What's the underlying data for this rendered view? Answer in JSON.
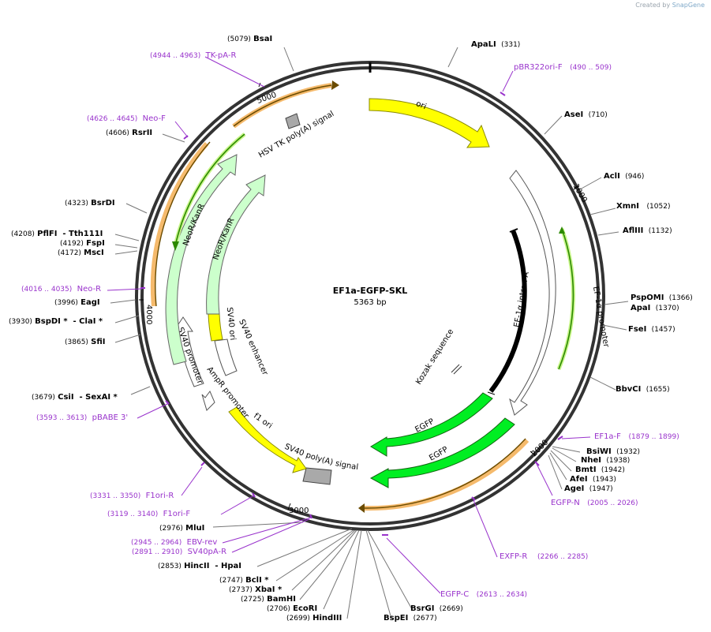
{
  "credit": {
    "prefix": "Created by",
    "brand": "SnapGene"
  },
  "plasmid": {
    "name": "EF1a-EGFP-SKL",
    "length": "5363 bp"
  },
  "ruler": [
    "1000",
    "2000",
    "3000",
    "4000",
    "5000"
  ],
  "features": [
    {
      "label": "ori",
      "color": "#ffff00"
    },
    {
      "label": "EF-1α promoter",
      "color": "#ffffff"
    },
    {
      "label": "EF-1α intron A",
      "color": "#000000"
    },
    {
      "label": "Kozak sequence",
      "color": "#ffffff"
    },
    {
      "label": "EGFP",
      "color": "#00ee22"
    },
    {
      "label": "EGFP",
      "color": "#00ee22"
    },
    {
      "label": "SV40 poly(A) signal",
      "color": "#a0a0a0"
    },
    {
      "label": "f1 ori",
      "color": "#ffff00"
    },
    {
      "label": "AmpR promoter",
      "color": "#ffffff"
    },
    {
      "label": "SV40 promoter",
      "color": "#ffffff"
    },
    {
      "label": "SV40 enhancer",
      "color": "#ffffff"
    },
    {
      "label": "SV40 ori",
      "color": "#ffff00"
    },
    {
      "label": "NeoR/KanR",
      "color": "#ccffcc"
    },
    {
      "label": "NeoR/KanR",
      "color": "#ccffcc"
    },
    {
      "label": "HSV TK poly(A) signal",
      "color": "#a0a0a0"
    }
  ],
  "sites": [
    {
      "name": "BsaI",
      "pos": "(5079)"
    },
    {
      "name": "ApaLI",
      "pos": "(331)"
    },
    {
      "name": "AseI",
      "pos": "(710)"
    },
    {
      "name": "AclI",
      "pos": "(946)"
    },
    {
      "name": "XmnI",
      "pos": "(1052)"
    },
    {
      "name": "AflIII",
      "pos": "(1132)"
    },
    {
      "name": "PspOMI",
      "pos": "(1366)"
    },
    {
      "name": "ApaI",
      "pos": "(1370)"
    },
    {
      "name": "FseI",
      "pos": "(1457)"
    },
    {
      "name": "BbvCI",
      "pos": "(1655)"
    },
    {
      "name": "BsiWI",
      "pos": "(1932)"
    },
    {
      "name": "NheI",
      "pos": "(1938)"
    },
    {
      "name": "BmtI",
      "pos": "(1942)"
    },
    {
      "name": "AfeI",
      "pos": "(1943)"
    },
    {
      "name": "AgeI",
      "pos": "(1947)"
    },
    {
      "name": "BsrGI",
      "pos": "(2669)"
    },
    {
      "name": "BspEI",
      "pos": "(2677)"
    },
    {
      "name": "HindIII",
      "pos": "(2699)"
    },
    {
      "name": "EcoRI",
      "pos": "(2706)"
    },
    {
      "name": "BamHI",
      "pos": "(2725)"
    },
    {
      "name": "XbaI *",
      "pos": "(2737)"
    },
    {
      "name": "BclI *",
      "pos": "(2747)"
    },
    {
      "name": "HincII  - HpaI",
      "pos": "(2853)"
    },
    {
      "name": "MluI",
      "pos": "(2976)"
    },
    {
      "name": "CsiI  - SexAI *",
      "pos": "(3679)"
    },
    {
      "name": "SfiI",
      "pos": "(3865)"
    },
    {
      "name": "BspDI *  - ClaI *",
      "pos": "(3930)"
    },
    {
      "name": "EagI",
      "pos": "(3996)"
    },
    {
      "name": "MscI",
      "pos": "(4172)"
    },
    {
      "name": "FspI",
      "pos": "(4192)"
    },
    {
      "name": "PflFI  - Tth111I",
      "pos": "(4208)"
    },
    {
      "name": "BsrDI",
      "pos": "(4323)"
    },
    {
      "name": "RsrII",
      "pos": "(4606)"
    }
  ],
  "primers": [
    {
      "name": "TK-pA-R",
      "range": "(4944 .. 4963)"
    },
    {
      "name": "pBR322ori-F",
      "range": "(490 .. 509)"
    },
    {
      "name": "Neo-F",
      "range": "(4626 .. 4645)"
    },
    {
      "name": "Neo-R",
      "range": "(4016 .. 4035)"
    },
    {
      "name": "pBABE 3'",
      "range": "(3593 .. 3613)"
    },
    {
      "name": "F1ori-R",
      "range": "(3331 .. 3350)"
    },
    {
      "name": "F1ori-F",
      "range": "(3119 .. 3140)"
    },
    {
      "name": "EBV-rev",
      "range": "(2945 .. 2964)"
    },
    {
      "name": "SV40pA-R",
      "range": "(2891 .. 2910)"
    },
    {
      "name": "EF1a-F",
      "range": "(1879 .. 1899)"
    },
    {
      "name": "EGFP-N",
      "range": "(2005 .. 2026)"
    },
    {
      "name": "EXFP-R",
      "range": "(2266 .. 2285)"
    },
    {
      "name": "EGFP-C",
      "range": "(2613 .. 2634)"
    }
  ]
}
